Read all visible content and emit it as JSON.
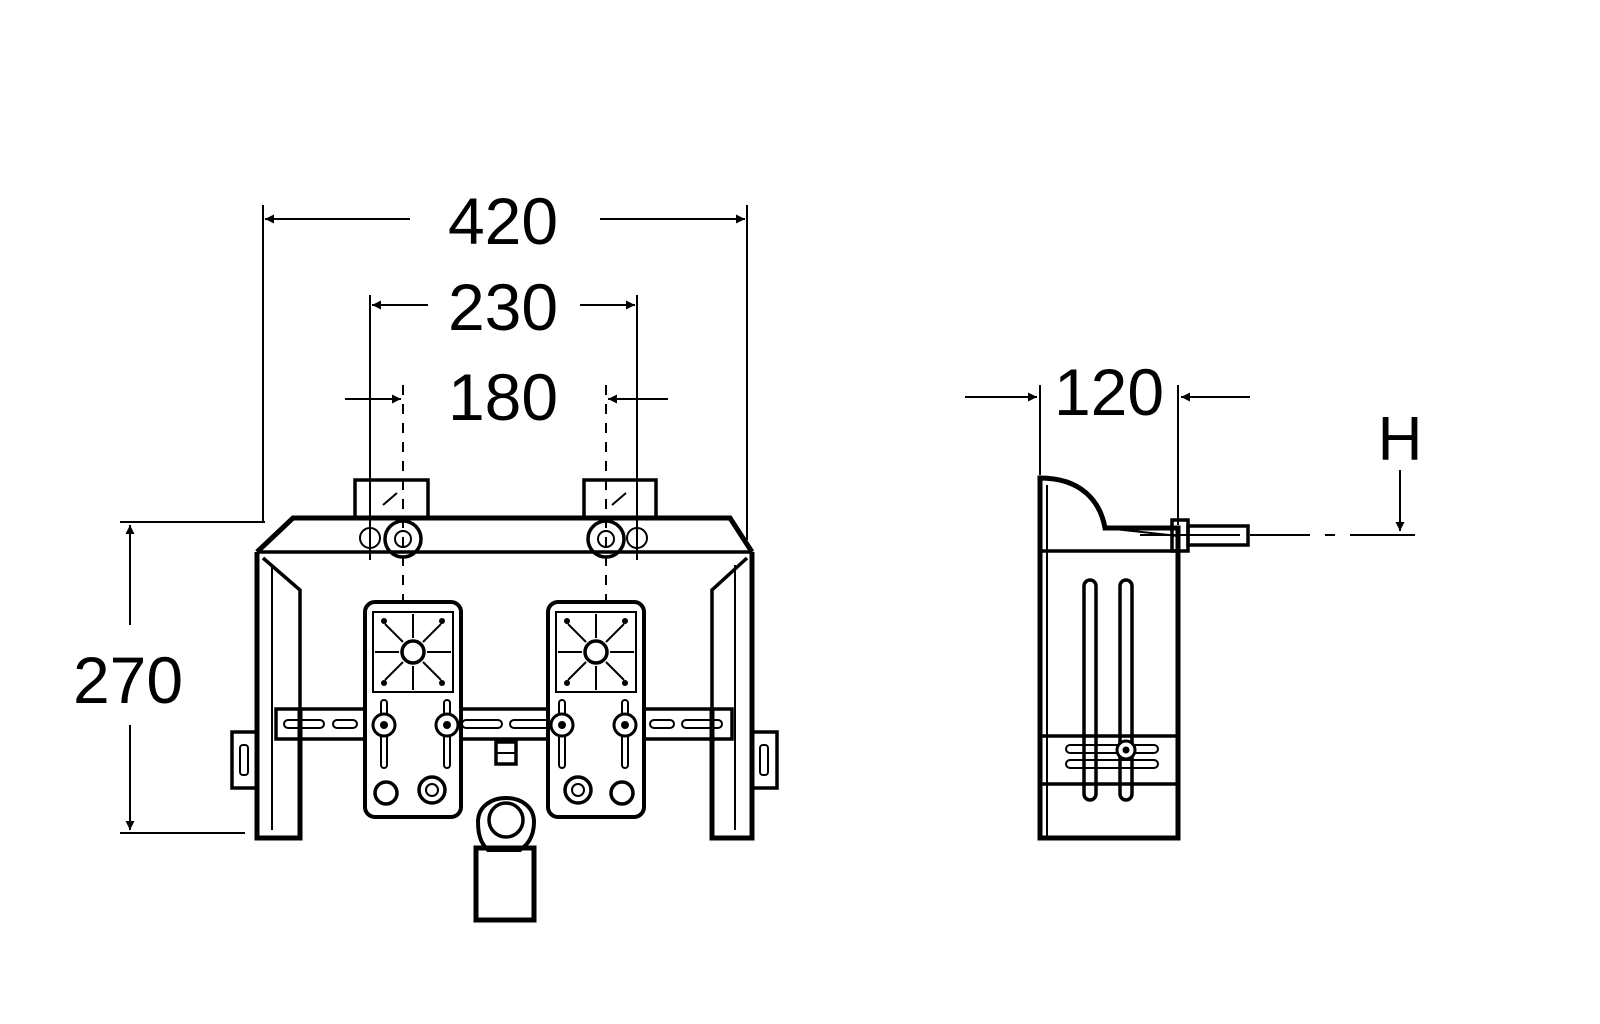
{
  "dimensions": {
    "overall_width": "420",
    "center_distance_outer": "230",
    "center_distance_inner": "180",
    "height": "270",
    "depth": "120",
    "h_label": "H"
  },
  "colors": {
    "line": "#000000",
    "background": "#ffffff"
  }
}
